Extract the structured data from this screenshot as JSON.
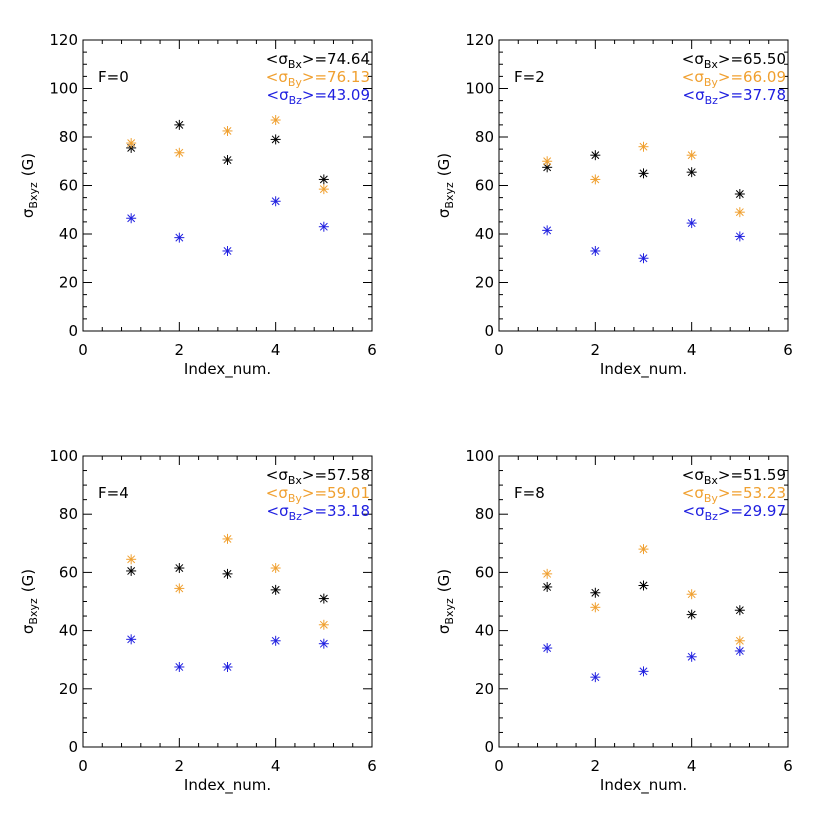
{
  "colors": {
    "Bx": "#000000",
    "By": "#f0a030",
    "Bz": "#2020e0",
    "axes": "#000000"
  },
  "chart_data": [
    {
      "type": "scatter",
      "panel_label": "F=0",
      "xlabel": "Index_num.",
      "ylabel_main": "σ",
      "ylabel_sub": "Bxyz",
      "ylabel_unit": "(G)",
      "xlim": [
        0,
        6
      ],
      "ylim": [
        0,
        120
      ],
      "xticks": [
        0,
        2,
        4,
        6
      ],
      "yticks": [
        0,
        20,
        40,
        60,
        80,
        100,
        120
      ],
      "x": [
        1,
        2,
        3,
        4,
        5
      ],
      "series": [
        {
          "key": "Bx",
          "values": [
            75.5,
            85,
            70.5,
            79,
            62.5
          ],
          "stat_sub": "Bx",
          "stat_value": "74.64"
        },
        {
          "key": "By",
          "values": [
            77.5,
            73.5,
            82.5,
            87,
            58.5
          ],
          "stat_sub": "By",
          "stat_value": "76.13"
        },
        {
          "key": "Bz",
          "values": [
            46.5,
            38.5,
            33,
            53.5,
            43
          ],
          "stat_sub": "Bz",
          "stat_value": "43.09"
        }
      ]
    },
    {
      "type": "scatter",
      "panel_label": "F=2",
      "xlabel": "Index_num.",
      "ylabel_main": "σ",
      "ylabel_sub": "Bxyz",
      "ylabel_unit": "(G)",
      "xlim": [
        0,
        6
      ],
      "ylim": [
        0,
        120
      ],
      "xticks": [
        0,
        2,
        4,
        6
      ],
      "yticks": [
        0,
        20,
        40,
        60,
        80,
        100,
        120
      ],
      "x": [
        1,
        2,
        3,
        4,
        5
      ],
      "series": [
        {
          "key": "Bx",
          "values": [
            67.5,
            72.5,
            65,
            65.5,
            56.5
          ],
          "stat_sub": "Bx",
          "stat_value": "65.50"
        },
        {
          "key": "By",
          "values": [
            70,
            62.5,
            76,
            72.5,
            49
          ],
          "stat_sub": "By",
          "stat_value": "66.09"
        },
        {
          "key": "Bz",
          "values": [
            41.5,
            33,
            30,
            44.5,
            39
          ],
          "stat_sub": "Bz",
          "stat_value": "37.78"
        }
      ]
    },
    {
      "type": "scatter",
      "panel_label": "F=4",
      "xlabel": "Index_num.",
      "ylabel_main": "σ",
      "ylabel_sub": "Bxyz",
      "ylabel_unit": "(G)",
      "xlim": [
        0,
        6
      ],
      "ylim": [
        0,
        100
      ],
      "xticks": [
        0,
        2,
        4,
        6
      ],
      "yticks": [
        0,
        20,
        40,
        60,
        80,
        100
      ],
      "x": [
        1,
        2,
        3,
        4,
        5
      ],
      "series": [
        {
          "key": "Bx",
          "values": [
            60.5,
            61.5,
            59.5,
            54,
            51
          ],
          "stat_sub": "Bx",
          "stat_value": "57.58"
        },
        {
          "key": "By",
          "values": [
            64.5,
            54.5,
            71.5,
            61.5,
            42
          ],
          "stat_sub": "By",
          "stat_value": "59.01"
        },
        {
          "key": "Bz",
          "values": [
            37,
            27.5,
            27.5,
            36.5,
            35.5
          ],
          "stat_sub": "Bz",
          "stat_value": "33.18"
        }
      ]
    },
    {
      "type": "scatter",
      "panel_label": "F=8",
      "xlabel": "Index_num.",
      "ylabel_main": "σ",
      "ylabel_sub": "Bxyz",
      "ylabel_unit": "(G)",
      "xlim": [
        0,
        6
      ],
      "ylim": [
        0,
        100
      ],
      "xticks": [
        0,
        2,
        4,
        6
      ],
      "yticks": [
        0,
        20,
        40,
        60,
        80,
        100
      ],
      "x": [
        1,
        2,
        3,
        4,
        5
      ],
      "series": [
        {
          "key": "Bx",
          "values": [
            55,
            53,
            55.5,
            45.5,
            47
          ],
          "stat_sub": "Bx",
          "stat_value": "51.59"
        },
        {
          "key": "By",
          "values": [
            59.5,
            48,
            68,
            52.5,
            36.5
          ],
          "stat_sub": "By",
          "stat_value": "53.23"
        },
        {
          "key": "Bz",
          "values": [
            34,
            24,
            26,
            31,
            33
          ],
          "stat_sub": "Bz",
          "stat_value": "29.97"
        }
      ]
    }
  ]
}
